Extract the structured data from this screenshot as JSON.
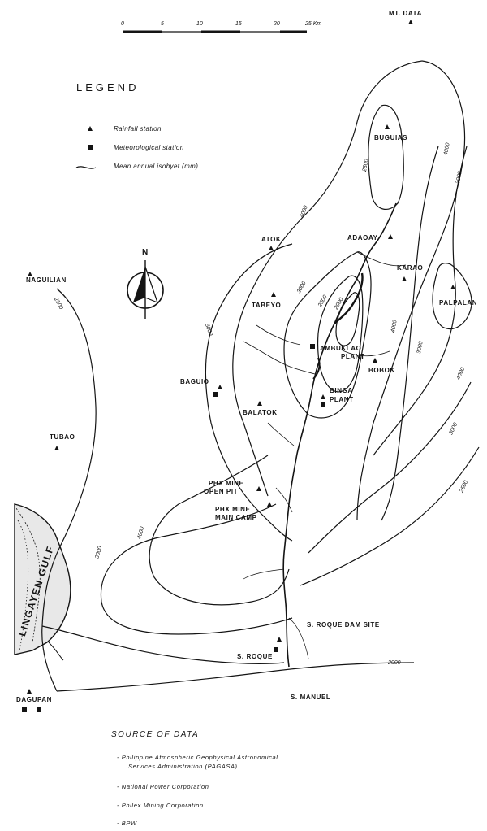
{
  "legend": {
    "title": "LEGEND",
    "items": [
      {
        "symbol": "triangle",
        "label": "Rainfall station"
      },
      {
        "symbol": "square",
        "label": "Meteorological station"
      },
      {
        "symbol": "line",
        "label": "Mean annual isohyet (mm)"
      }
    ]
  },
  "scale": {
    "ticks": [
      "0",
      "5",
      "10",
      "15",
      "20",
      "25 Km"
    ]
  },
  "north_arrow": {
    "letter": "N"
  },
  "stations": {
    "mt_data": "Mt. DATA",
    "buguias": "BUGUIAS",
    "adaoay": "ADAOAY",
    "atok": "ATOK",
    "karao": "KARAO",
    "palpalan": "PALPALAN",
    "naguilian": "NAGUILIAN",
    "tabeyo": "TABEYO",
    "ambuklao": "AMBUKLAO",
    "plant1": "PLANT",
    "bobok": "BOBOK",
    "baguio": "BAGUIO",
    "binga": "BINGA",
    "plant2": "PLANT",
    "balatok": "BALATOK",
    "tubao": "TUBAO",
    "phx_open_1": "PHX MINE",
    "phx_open_2": "OPEN PIT",
    "phx_main_1": "PHX MINE",
    "phx_main_2": "MAIN CAMP",
    "san_roque_dam": "S. ROQUE DAM SITE",
    "san_roque": "S. ROQUE",
    "san_manuel": "S. MANUEL",
    "dagupan": "DAGUPAN",
    "lingayen": "LINGAYEN GULF"
  },
  "isohyets": {
    "naguilian_2500": "2500",
    "atok_4000": "4000",
    "buguias_2500": "2500",
    "east_4000": "4000",
    "east_3000": "3000",
    "tabeyo_3000": "3000",
    "ambuklao_2500": "2500",
    "ambuklao_2000": "2000",
    "baguio_5000": "5000",
    "karao_4000": "4000",
    "bobok_3000": "3000",
    "palpalan_4000": "4000",
    "se_3000": "3000",
    "se_2500": "2500",
    "south_2000": "2000",
    "west_4000": "4000",
    "west_3000": "3000"
  },
  "source": {
    "title": "SOURCE OF DATA",
    "items": [
      {
        "line1": "Philippine Atmospheric Geophysical Astronomical",
        "line2": "Services Administration (PAGASA)"
      },
      {
        "line1": "National Power Corporation",
        "line2": ""
      },
      {
        "line1": "Philex Mining Corporation",
        "line2": ""
      },
      {
        "line1": "BPW",
        "line2": ""
      }
    ]
  }
}
